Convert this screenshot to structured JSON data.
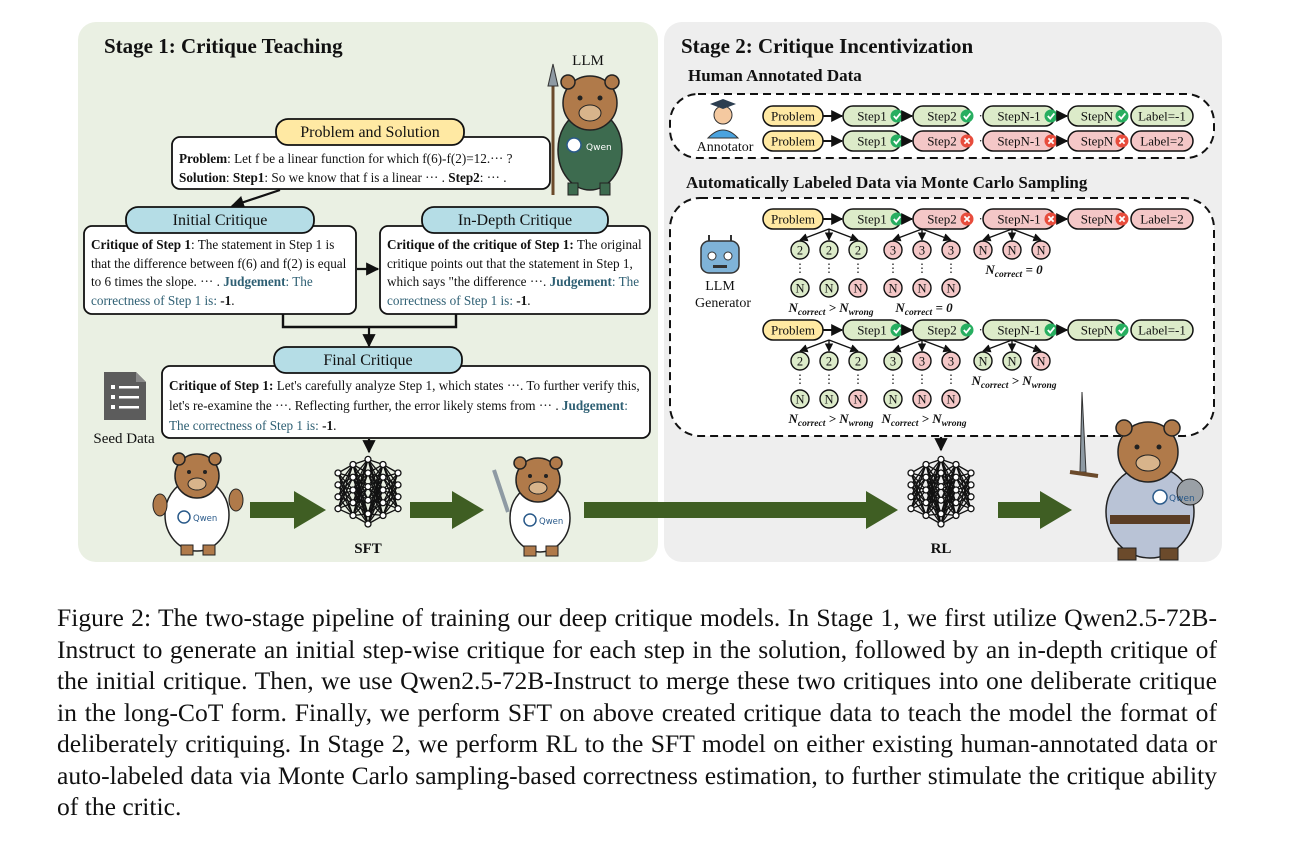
{
  "stage1": {
    "title": "Stage 1: Critique Teaching",
    "llm_label": "LLM",
    "problem_solution": {
      "header": "Problem and Solution",
      "problem_label": "Problem",
      "problem_text": ": Let f be a linear function for which f(6)-f(2)=12.··· ?",
      "solution_label": "Solution",
      "step1_label": "Step1",
      "step1_text": ": So we know that f is a linear ··· .",
      "step2_label": "Step2",
      "step2_text": ": ··· ."
    },
    "initial_critique": {
      "header": "Initial Critique",
      "lead": "Critique of Step 1",
      "body": ": The statement in Step 1 is that the difference between f(6) and f(2) is equal to 6 times the slope. ··· .",
      "judgement_label": "Judgement",
      "judgement_text": ": The correctness of Step 1 is: ",
      "judgement_value": "-1",
      "end": "."
    },
    "indepth_critique": {
      "header": "In-Depth Critique",
      "lead": "Critique of the critique of Step 1:",
      "body": " The original critique points out that the statement in Step 1, which says \"the difference ···.",
      "judgement_label": "Judgement",
      "judgement_text": ": The correctness of Step 1 is: ",
      "judgement_value": "-1",
      "end": "."
    },
    "final_critique": {
      "header": "Final Critique",
      "lead": "Critique of Step 1:",
      "body": " Let's carefully analyze Step 1, which states ···. To further verify this, let's re-examine the ···. Reflecting further, the error likely stems from ··· .",
      "judgement_label": "Judgement",
      "judgement_text": ": The correctness of Step 1 is: ",
      "judgement_value": "-1",
      "end": "."
    },
    "seed_data_label": "Seed Data",
    "sft_label": "SFT",
    "qwen_badge": "Qwen"
  },
  "stage2": {
    "title": "Stage 2: Critique Incentivization",
    "human_section": "Human Annotated Data",
    "annotator_label": "Annotator",
    "auto_section": "Automatically Labeled Data via Monte Carlo Sampling",
    "llm_generator_label": [
      "LLM",
      "Generator"
    ],
    "rl_label": "RL",
    "problem_label": "Problem",
    "ellipsis": "···",
    "vellipsis": "⋮",
    "human_rows": [
      {
        "steps": [
          {
            "label": "Step1",
            "status": "correct"
          },
          {
            "label": "Step2",
            "status": "correct"
          },
          {
            "label": "StepN-1",
            "status": "correct"
          },
          {
            "label": "StepN",
            "status": "correct"
          }
        ],
        "label": "Label=-1"
      },
      {
        "steps": [
          {
            "label": "Step1",
            "status": "correct"
          },
          {
            "label": "Step2",
            "status": "wrong"
          },
          {
            "label": "StepN-1",
            "status": "wrong"
          },
          {
            "label": "StepN",
            "status": "wrong"
          }
        ],
        "label": "Label=2"
      }
    ],
    "auto_rows": [
      {
        "steps": [
          {
            "label": "Step1",
            "status": "correct"
          },
          {
            "label": "Step2",
            "status": "wrong"
          },
          {
            "label": "StepN-1",
            "status": "wrong"
          },
          {
            "label": "StepN",
            "status": "wrong"
          }
        ],
        "label": "Label=2",
        "rollout_groups": [
          {
            "top": [
              "2",
              "2",
              "2"
            ],
            "top_status": [
              "correct",
              "correct",
              "correct"
            ],
            "bottom": [
              "N",
              "N",
              "N"
            ],
            "bottom_status": [
              "correct",
              "correct",
              "wrong"
            ],
            "note_main": "N",
            "note_sub": "correct",
            "note_rel": " > ",
            "note_main2": "N",
            "note_sub2": "wrong"
          },
          {
            "top": [
              "3",
              "3",
              "3"
            ],
            "top_status": [
              "wrong",
              "wrong",
              "wrong"
            ],
            "bottom": [
              "N",
              "N",
              "N"
            ],
            "bottom_status": [
              "wrong",
              "wrong",
              "wrong"
            ],
            "note_main": "N",
            "note_sub": "correct",
            "note_rel": " = 0"
          },
          {
            "top": [
              "N",
              "N",
              "N"
            ],
            "top_status": [
              "wrong",
              "wrong",
              "wrong"
            ],
            "bottom": [],
            "bottom_status": [],
            "note_main": "N",
            "note_sub": "correct",
            "note_rel": " = 0"
          }
        ]
      },
      {
        "steps": [
          {
            "label": "Step1",
            "status": "correct"
          },
          {
            "label": "Step2",
            "status": "correct"
          },
          {
            "label": "StepN-1",
            "status": "correct"
          },
          {
            "label": "StepN",
            "status": "correct"
          }
        ],
        "label": "Label=-1",
        "rollout_groups": [
          {
            "top": [
              "2",
              "2",
              "2"
            ],
            "top_status": [
              "correct",
              "correct",
              "correct"
            ],
            "bottom": [
              "N",
              "N",
              "N"
            ],
            "bottom_status": [
              "correct",
              "correct",
              "wrong"
            ],
            "note_main": "N",
            "note_sub": "correct",
            "note_rel": " > ",
            "note_main2": "N",
            "note_sub2": "wrong"
          },
          {
            "top": [
              "3",
              "3",
              "3"
            ],
            "top_status": [
              "correct",
              "wrong",
              "wrong"
            ],
            "bottom": [
              "N",
              "N",
              "N"
            ],
            "bottom_status": [
              "correct",
              "wrong",
              "wrong"
            ],
            "note_main": "N",
            "note_sub": "correct",
            "note_rel": " > ",
            "note_main2": "N",
            "note_sub2": "wrong"
          },
          {
            "top": [
              "N",
              "N",
              "N"
            ],
            "top_status": [
              "correct",
              "correct",
              "wrong"
            ],
            "bottom": [],
            "bottom_status": [],
            "note_main": "N",
            "note_sub": "correct",
            "note_rel": " > ",
            "note_main2": "N",
            "note_sub2": "wrong"
          }
        ]
      }
    ]
  },
  "caption": "Figure 2: The two-stage pipeline of training our deep critique models. In Stage 1, we first utilize Qwen2.5-72B-Instruct to generate an initial step-wise critique for each step in the solution, followed by an in-depth critique of the initial critique. Then, we use Qwen2.5-72B-Instruct to merge these two critiques into one deliberate critique in the long-CoT form. Finally, we perform SFT on above created critique data to teach the model the format of deliberately critiquing. In Stage 2, we perform RL to the SFT model on either existing human-annotated data or auto-labeled data via Monte Carlo sampling-based correctness estimation, to further stimulate the critique ability of the critic.",
  "colors": {
    "stage1_bg": "#eaf0e3",
    "stage2_bg": "#eeeeee",
    "problem_fill": "#ffe9a3",
    "header_fill": "#b5dde6",
    "correct_fill": "#dcebc9",
    "wrong_fill": "#f4c7c7",
    "check_color": "#27ae60",
    "cross_color": "#e74c3c",
    "arrow_green": "#3f5e23",
    "judgement_color": "#2e5f73"
  }
}
